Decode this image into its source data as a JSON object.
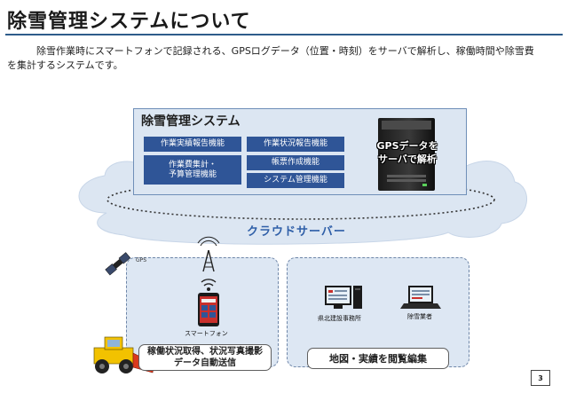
{
  "header": {
    "title": "除雪管理システムについて",
    "description": "除雪作業時にスマートフォンで記録される、GPSログデータ（位置・時刻）をサーバで解析し、稼働時間や除雪費を集計するシステムです。"
  },
  "system": {
    "title": "除雪管理システム",
    "functions": [
      "作業実績報告機能",
      "作業状況報告機能",
      "作業費集計・予算管理機能",
      "帳票作成機能",
      "システム管理機能"
    ],
    "function_lines": {
      "budget_line1": "作業費集計・",
      "budget_line2": "予算管理機能"
    },
    "server_line1": "GPSデータを",
    "server_line2": "サーバで解析"
  },
  "cloud": {
    "label": "クラウドサーバー"
  },
  "left_panel": {
    "gps_label": "GPS",
    "device_label": "スマートフォン",
    "caption_line1": "稼働状況取得、状況写真撮影",
    "caption_line2": "データ自動送信"
  },
  "right_panel": {
    "office_label": "県北建設事務所",
    "contractor_label": "除雪業者",
    "caption": "地図・実績を閲覧編集"
  },
  "page": {
    "number": "3"
  },
  "colors": {
    "accent": "#2f5597",
    "cloud": "#dce6f2",
    "panel": "#dde7f3"
  }
}
